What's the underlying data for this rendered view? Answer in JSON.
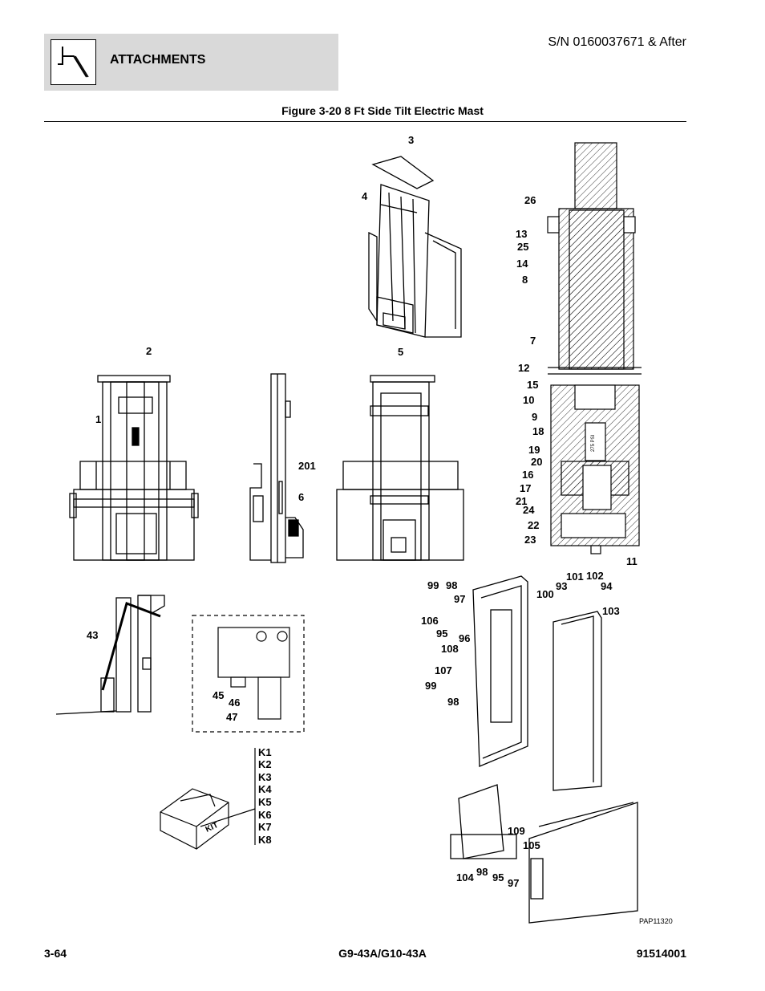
{
  "header": {
    "section_title": "ATTACHMENTS",
    "serial": "S/N 0160037671 & After",
    "figure_title": "Figure 3-20 8 Ft Side Tilt Electric Mast"
  },
  "callouts": [
    "3",
    "4",
    "26",
    "13",
    "25",
    "14",
    "8",
    "7",
    "12",
    "15",
    "10",
    "9",
    "18",
    "19",
    "20",
    "16",
    "17",
    "21",
    "24",
    "22",
    "23",
    "11",
    "2",
    "1",
    "5",
    "201",
    "6",
    "43",
    "45",
    "46",
    "47",
    "99",
    "98",
    "97",
    "106",
    "95",
    "96",
    "108",
    "107",
    "101",
    "102",
    "93",
    "94",
    "100",
    "103",
    "109",
    "105",
    "104"
  ],
  "kit_items": [
    "K1",
    "K2",
    "K3",
    "K4",
    "K5",
    "K6",
    "K7",
    "K8"
  ],
  "kit_box_label": "KIT",
  "cylinder_label": "275 PSI",
  "drawing_id": "PAP11320",
  "footer": {
    "page": "3-64",
    "model": "G9-43A/G10-43A",
    "doc_number": "91514001"
  }
}
